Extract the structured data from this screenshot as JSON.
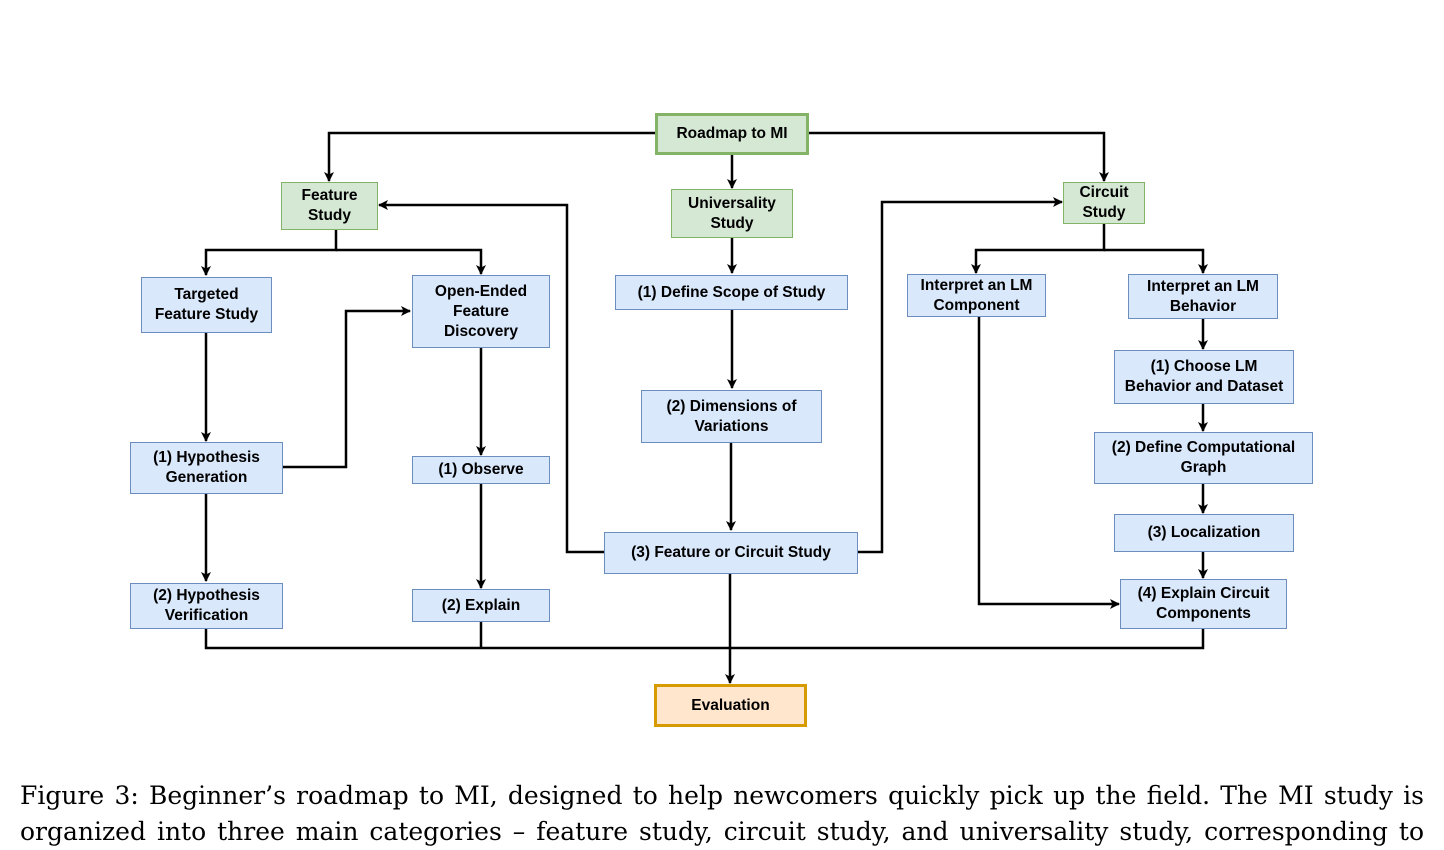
{
  "nodes": {
    "roadmap": "Roadmap to MI",
    "feature_study": "Feature\nStudy",
    "universality_study": "Universality\nStudy",
    "circuit_study": "Circuit\nStudy",
    "targeted_feature_study": "Targeted\nFeature Study",
    "open_ended_feature_discovery": "Open-Ended\nFeature\nDiscovery",
    "define_scope": "(1) Define Scope of Study",
    "interpret_lm_component": "Interpret an LM\nComponent",
    "interpret_lm_behavior": "Interpret an LM\nBehavior",
    "choose_lm_behavior": "(1) Choose LM\nBehavior and Dataset",
    "dimensions_of_variations": "(2) Dimensions of\nVariations",
    "hypothesis_generation": "(1) Hypothesis\nGeneration",
    "observe": "(1) Observe",
    "define_computational_graph": "(2) Define Computational\nGraph",
    "localization": "(3) Localization",
    "feature_or_circuit_study": "(3) Feature or Circuit Study",
    "hypothesis_verification": "(2) Hypothesis\nVerification",
    "explain": "(2) Explain",
    "explain_circuit_components": "(4) Explain Circuit\nComponents",
    "evaluation": "Evaluation"
  },
  "caption": "Figure 3: Beginner’s roadmap to MI, designed to help newcomers quickly pick up the field. The MI study is organized into three main categories – feature study, circuit study, and universality study, corresponding to"
}
